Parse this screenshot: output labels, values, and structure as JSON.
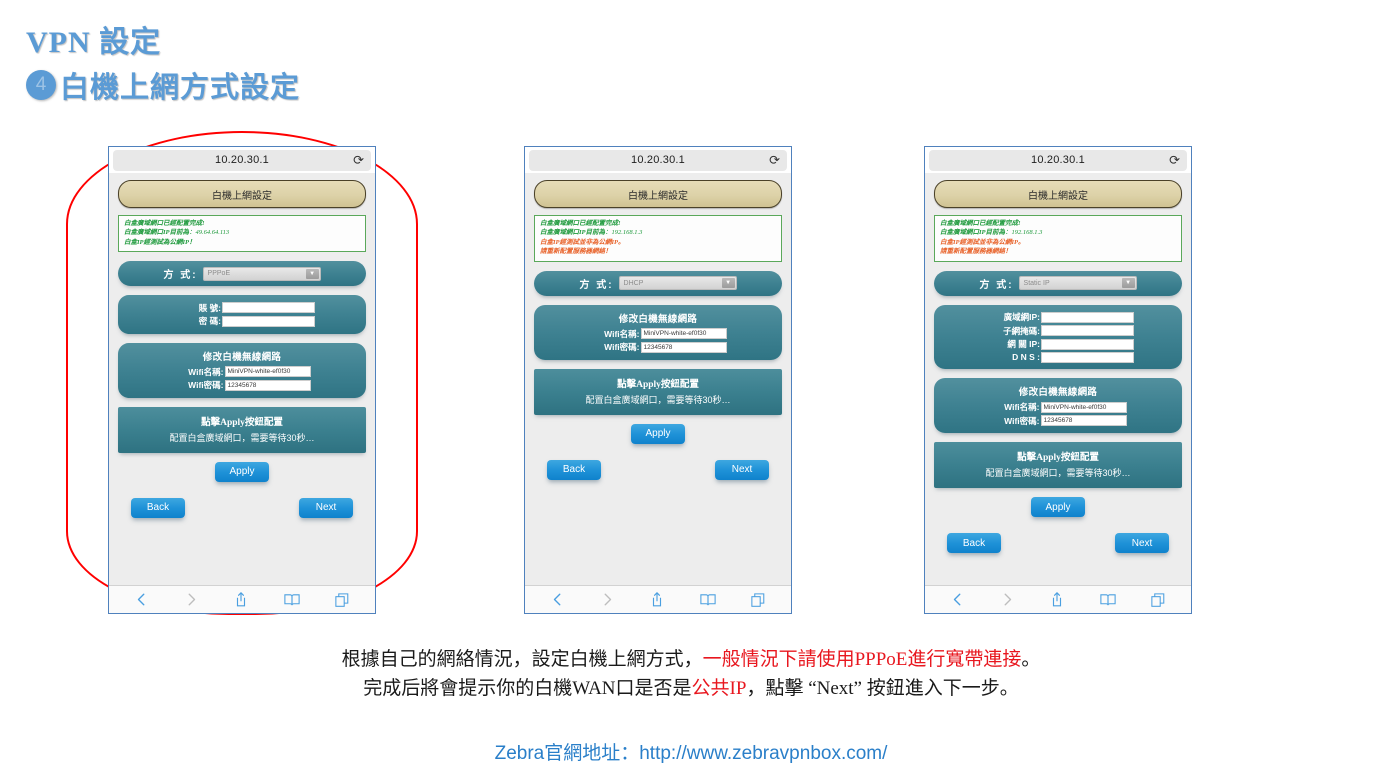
{
  "heading": {
    "title": "VPN 設定",
    "step_number": "4",
    "subtitle": "白機上網方式設定"
  },
  "browser": {
    "url": "10.20.30.1",
    "reload_icon": "reload-icon",
    "toolbar": {
      "back_icon": "back-chevron-icon",
      "forward_icon": "forward-chevron-icon",
      "share_icon": "share-icon",
      "bookmarks_icon": "book-icon",
      "tabs_icon": "tabs-icon"
    }
  },
  "common": {
    "page_title": "白機上網設定",
    "mode_label": "方 式:",
    "wifi_section_title": "修改白機無線網路",
    "wifi_name_label": "Wifi名稱:",
    "wifi_pass_label": "Wifi密碼:",
    "wifi_name_value": "MiniVPN-white-ef0f30",
    "wifi_pass_value": "12345678",
    "hint_line1": "點擊Apply按鈕配置",
    "hint_line2": "配置白盒廣域網口，需要等待30秒…",
    "apply_label": "Apply",
    "back_label": "Back",
    "next_label": "Next",
    "dropdown_arrow": "chevron-down-icon"
  },
  "panels": [
    {
      "id": "panel-pppoe",
      "highlighted": true,
      "mode_value": "PPPoE",
      "status": [
        {
          "text": "白盒廣域網口已經配置完成!",
          "value": "",
          "color": "#1f9a3d"
        },
        {
          "text": "白盒廣域網口IP目前為",
          "value": "：49.64.64.113",
          "color": "#1f9a3d"
        },
        {
          "text": "白盒IP經測試為公網IP！",
          "value": "",
          "color": "#1f9a3d"
        }
      ],
      "credentials": {
        "account_label": "賬 號:",
        "password_label": "密 碼:",
        "account_value": "",
        "password_value": ""
      },
      "static_fields": []
    },
    {
      "id": "panel-dhcp",
      "highlighted": false,
      "mode_value": "DHCP",
      "status": [
        {
          "text": "白盒廣域網口已經配置完成!",
          "value": "",
          "color": "#1f9a3d"
        },
        {
          "text": "白盒廣域網口IP目前為",
          "value": "：192.168.1.3",
          "color": "#1f9a3d"
        },
        {
          "text": "白盒IP經測試並非為公網IP。",
          "value": "",
          "color": "#e8622a"
        },
        {
          "text": "請重新配置服務器網絡！",
          "value": "",
          "color": "#e8622a"
        }
      ],
      "credentials": null,
      "static_fields": []
    },
    {
      "id": "panel-static",
      "highlighted": false,
      "mode_value": "Static IP",
      "status": [
        {
          "text": "白盒廣域網口已經配置完成!",
          "value": "",
          "color": "#1f9a3d"
        },
        {
          "text": "白盒廣域網口IP目前為",
          "value": "：192.168.1.3",
          "color": "#1f9a3d"
        },
        {
          "text": "白盒IP經測試並非為公網IP。",
          "value": "",
          "color": "#e8622a"
        },
        {
          "text": "請重新配置服務器網絡！",
          "value": "",
          "color": "#e8622a"
        }
      ],
      "credentials": null,
      "static_fields": [
        {
          "label": "廣域網IP:",
          "value": ""
        },
        {
          "label": "子網掩碼:",
          "value": ""
        },
        {
          "label": "網 關 IP:",
          "value": ""
        },
        {
          "label": "D N S :",
          "value": ""
        }
      ]
    }
  ],
  "caption": {
    "line1_a": "根據自己的網絡情況，設定白機上網方式，",
    "line1_b": "一般情況下請使用PPPoE進行寬帶連接",
    "line1_c": "。",
    "line2_a": "完成后將會提示你的白機WAN口是否是",
    "line2_b": "公共IP",
    "line2_c": "，點擊 “Next” 按鈕進入下一步。"
  },
  "footer": {
    "label": "Zebra官網地址：",
    "url": "http://www.zebravpnbox.com/"
  },
  "colors": {
    "heading_blue": "#5b9bd5",
    "accent_red": "#e8171f",
    "teal": "#3b808f",
    "button_blue": "#1f92d8",
    "status_green": "#1f9a3d",
    "status_orange": "#e8622a",
    "footer_blue": "#2a7fc9"
  }
}
